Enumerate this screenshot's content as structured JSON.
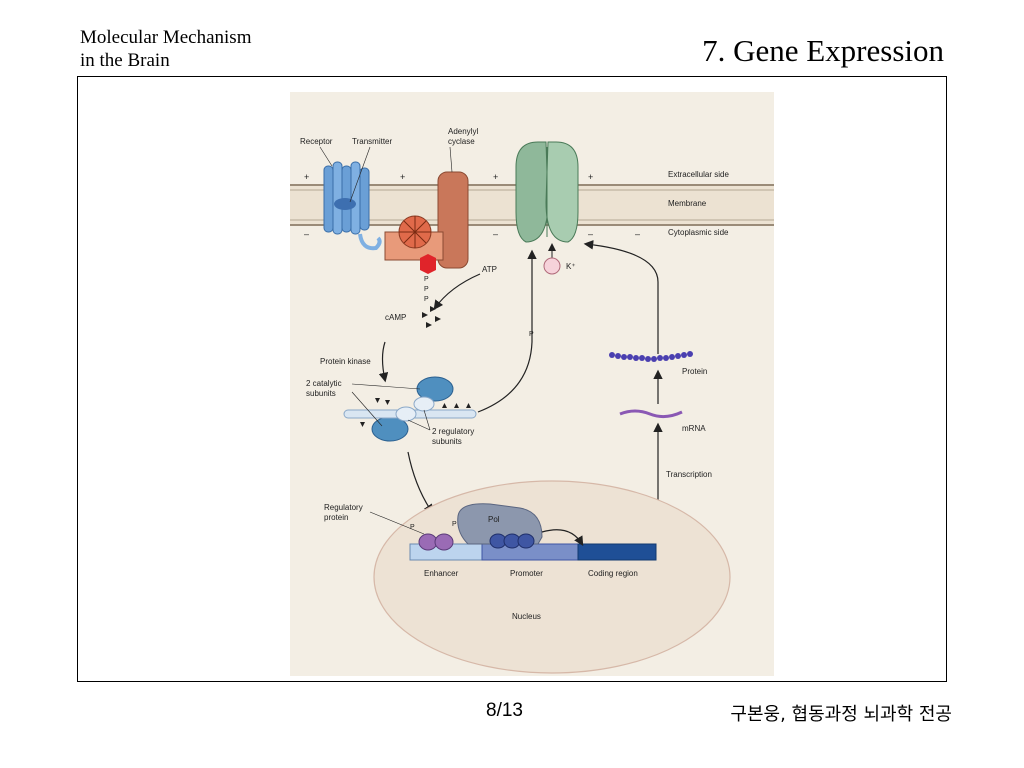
{
  "header": {
    "course_line1": "Molecular Mechanism",
    "course_line2": "in the Brain",
    "title": "7. Gene Expression"
  },
  "figure": {
    "labels": {
      "receptor": "Receptor",
      "transmitter": "Transmitter",
      "adenylyl": "Adenylyl",
      "cyclase": "cyclase",
      "extracellular": "Extracellular side",
      "membrane": "Membrane",
      "cytoplasmic": "Cytoplasmic side",
      "atp": "ATP",
      "p": "P",
      "camp": "cAMP",
      "k": "K⁺",
      "protein_kinase": "Protein kinase",
      "catalytic1": "2 catalytic",
      "catalytic2": "subunits",
      "regulatory1": "2 regulatory",
      "regulatory2": "subunits",
      "protein": "Protein",
      "mrna": "mRNA",
      "transcription": "Transcription",
      "regprot1": "Regulatory",
      "regprot2": "protein",
      "pol": "Pol",
      "enhancer": "Enhancer",
      "promoter": "Promoter",
      "coding_region": "Coding region",
      "nucleus": "Nucleus",
      "plus": "+",
      "minus": "–"
    }
  },
  "footer": {
    "page": "8/13",
    "author": "구본웅, 협동과정 뇌과학 전공"
  },
  "colors": {
    "figure_bg": "#f3eee4",
    "receptor": "#6a9fd6",
    "cyclase": "#c9775a",
    "channel": "#8fb89a",
    "kinase": "#4f8fbf",
    "regulatory_protein": "#9a6bb5",
    "pol": "#8c97ad",
    "promoter": "#3f56a3",
    "coding": "#1f4f96",
    "protein_chain": "#4a3fb0",
    "mrna": "#8a58b4"
  }
}
